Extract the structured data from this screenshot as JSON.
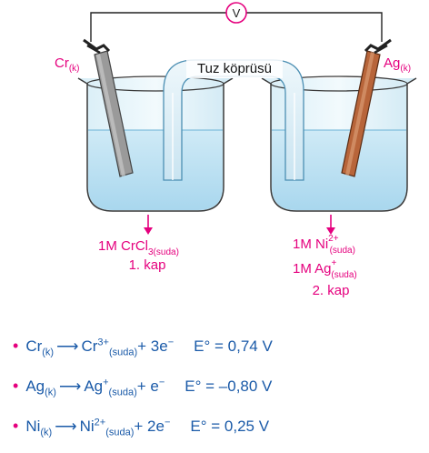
{
  "voltmeter": {
    "label": "V"
  },
  "salt_bridge": {
    "label": "Tuz köprüsü"
  },
  "electrodes": {
    "left": {
      "symbol": "Cr",
      "state": "(k)"
    },
    "right": {
      "symbol": "Ag",
      "state": "(k)"
    }
  },
  "containers": {
    "left": {
      "solution_prefix": "1M CrCl",
      "solution_sub": "3(suda)",
      "name": "1. kap"
    },
    "right": {
      "line1_prefix": "1M Ni",
      "line1_sup": "2+",
      "line1_sub": "(suda)",
      "line2_prefix": "1M Ag",
      "line2_sup": "+",
      "line2_sub": "(suda)",
      "name": "2. kap"
    }
  },
  "reactions": [
    {
      "bullet": "•",
      "reactant": "Cr",
      "reactant_sub": "(k)",
      "arrow": "⟶",
      "product": "Cr",
      "product_sup": "3+",
      "product_sub": "(suda)",
      "electrons": "+ 3e",
      "e_sup": "−",
      "potential": "E° = 0,74 V"
    },
    {
      "bullet": "•",
      "reactant": "Ag",
      "reactant_sub": "(k)",
      "arrow": "⟶",
      "product": "Ag",
      "product_sup": "+",
      "product_sub": "(suda)",
      "electrons": "+ e",
      "e_sup": "−",
      "potential": "E° = –0,80 V"
    },
    {
      "bullet": "•",
      "reactant": "Ni",
      "reactant_sub": "(k)",
      "arrow": "⟶",
      "product": "Ni",
      "product_sup": "2+",
      "product_sub": "(suda)",
      "electrons": "+ 2e",
      "e_sup": "−",
      "potential": "E° = 0,25 V"
    }
  ],
  "colors": {
    "accent": "#e5007e",
    "text": "#1a5aa8",
    "water": "#bfe3f2",
    "cr_rod": "#9a9a9a",
    "ag_rod": "#b8653a"
  }
}
